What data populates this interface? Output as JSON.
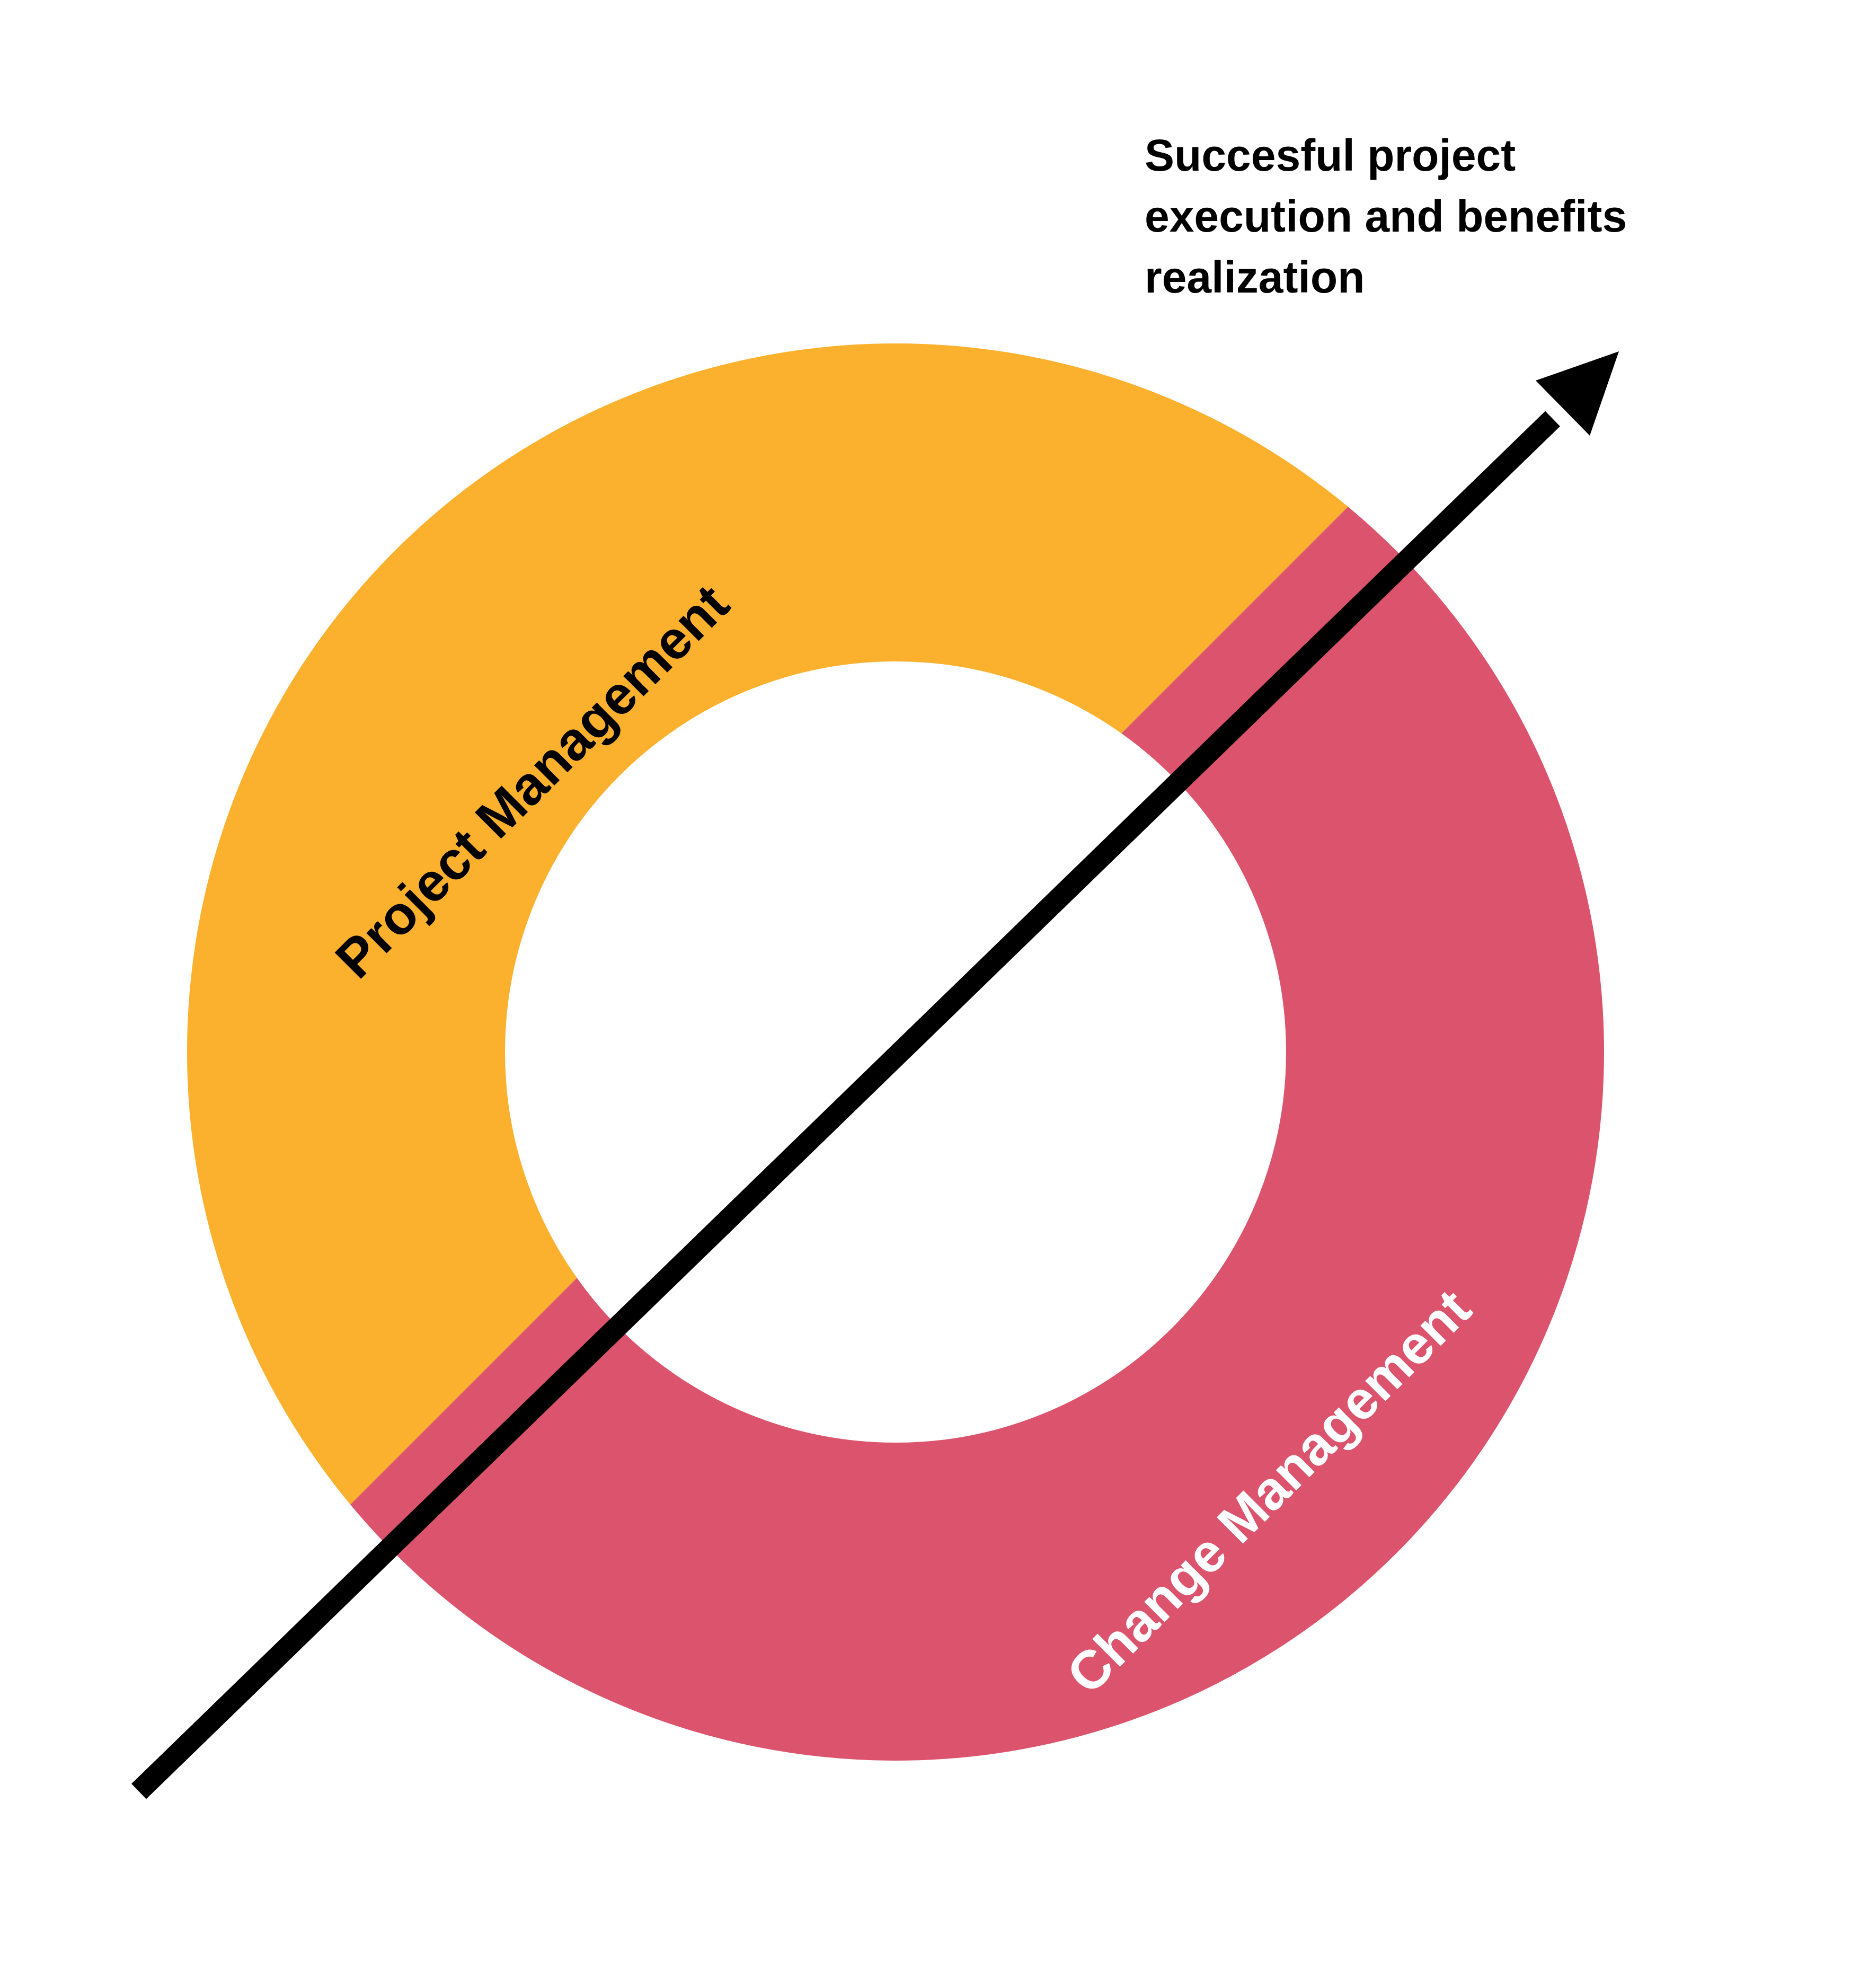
{
  "diagram": {
    "segments": [
      {
        "label": "Project Management",
        "color": "#FBB12D",
        "label_color": "#000000"
      },
      {
        "label": "Change Management",
        "color": "#DB536C",
        "label_color": "#FFFFFF"
      }
    ],
    "goal": {
      "lines": [
        "Succesful project",
        "execution and benefits",
        "realization"
      ],
      "color": "#000000"
    },
    "arrow_color": "#000000",
    "background": "#FFFFFF"
  }
}
